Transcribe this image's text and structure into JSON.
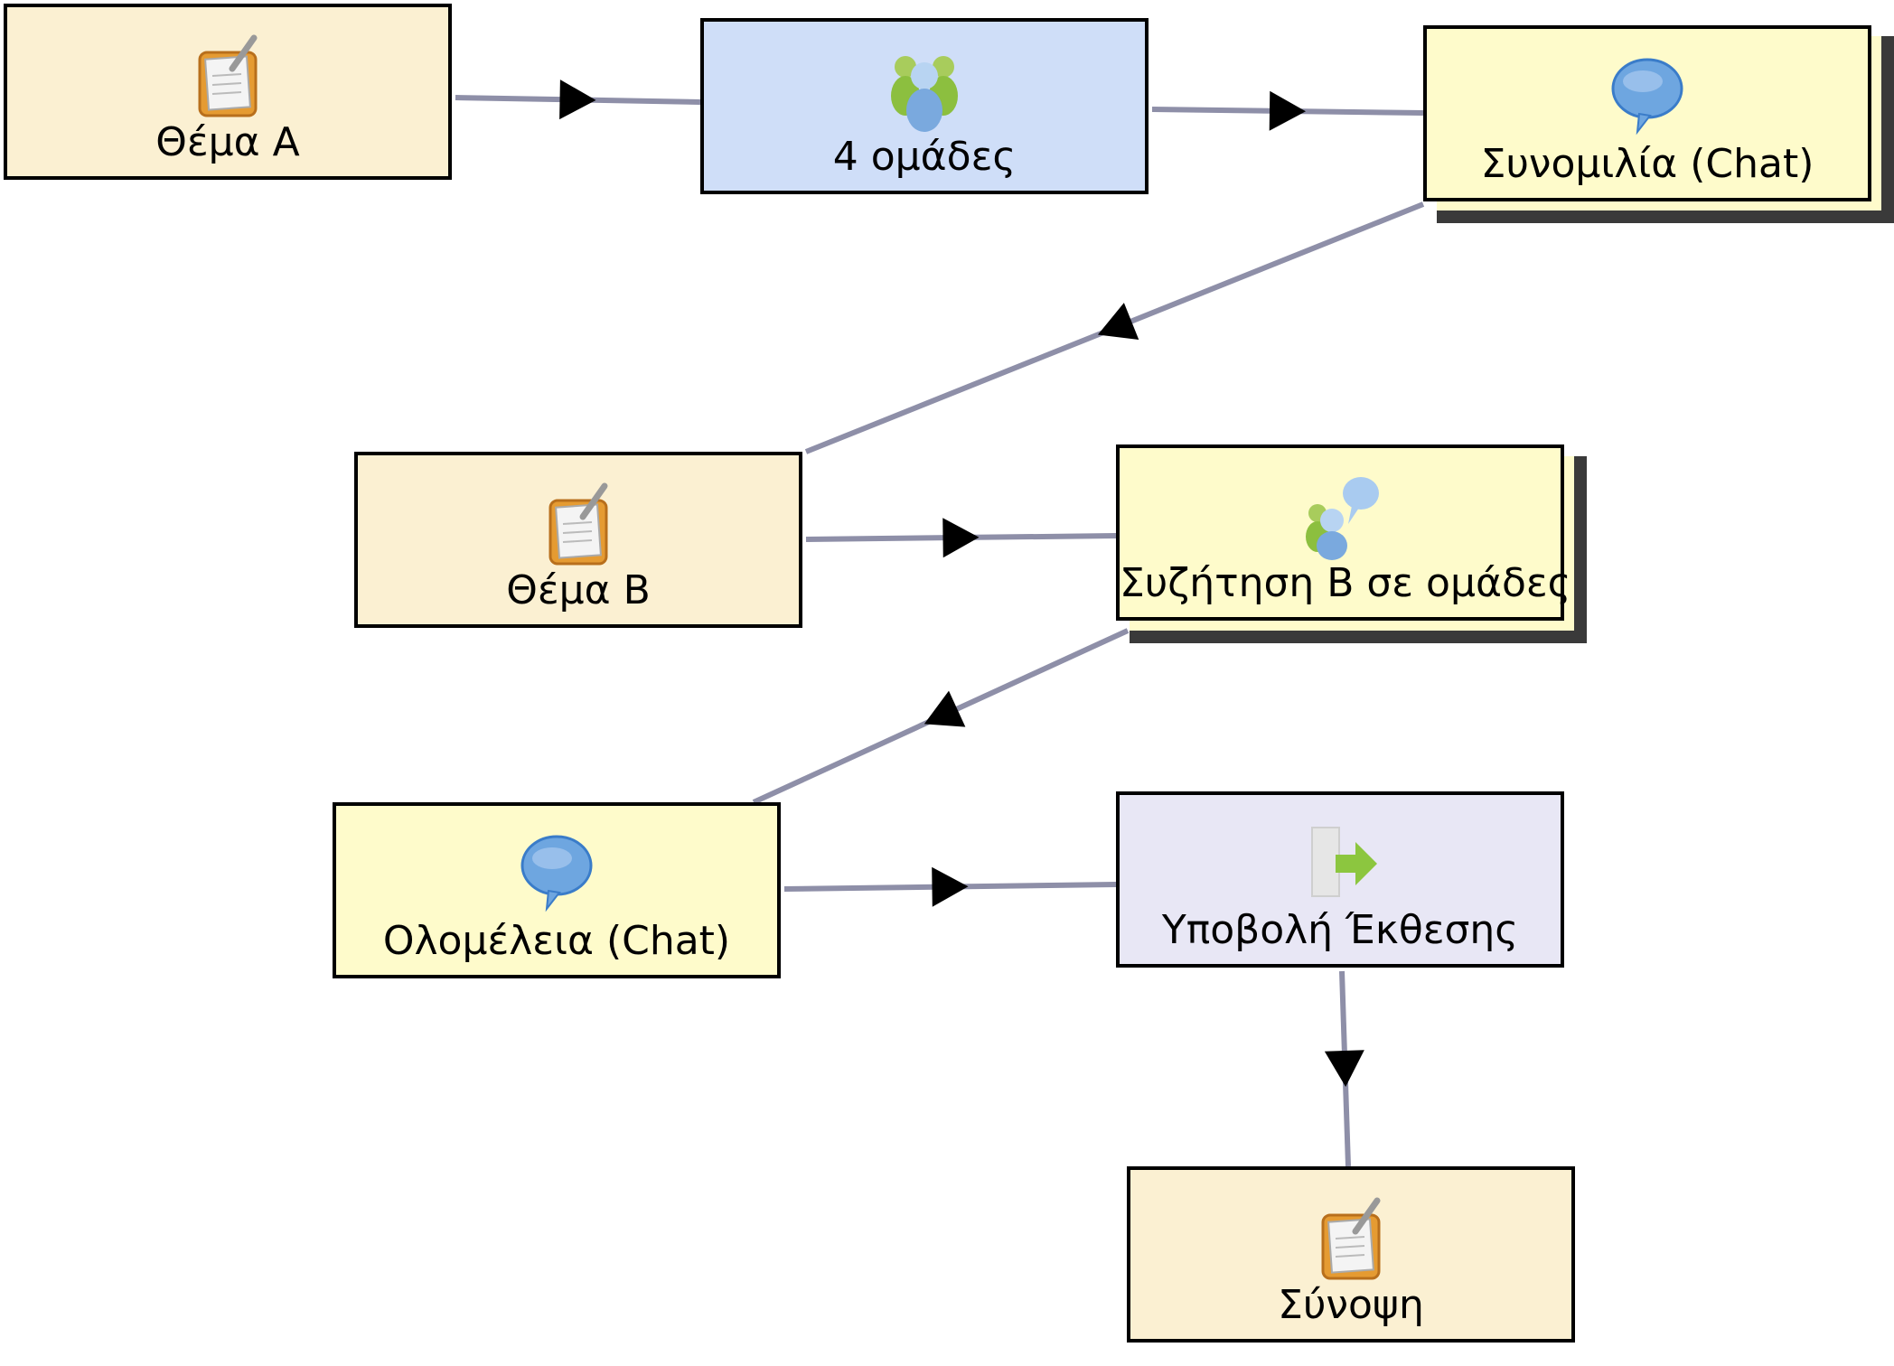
{
  "diagram": {
    "title": "",
    "colors": {
      "task": "#fbf0d2",
      "grouping": "#cfdef8",
      "chat": "#fefbcb",
      "submit": "#e8e7f5",
      "edge": "#8e8fa8",
      "arrow": "#000000",
      "border": "#000000"
    },
    "nodes": [
      {
        "id": "thema_a",
        "label": "Θέμα A",
        "type": "task",
        "icon": "notebook-pen-icon"
      },
      {
        "id": "omades",
        "label": "4 ομάδες",
        "type": "grouping",
        "icon": "group-people-icon"
      },
      {
        "id": "synomilia",
        "label": "Συνομιλία (Chat)",
        "type": "chat",
        "icon": "speech-bubble-icon",
        "stacked": true
      },
      {
        "id": "thema_b",
        "label": "Θέμα B",
        "type": "task",
        "icon": "notebook-pen-icon"
      },
      {
        "id": "syzitisi",
        "label": "Συζήτηση Β σε ομάδες",
        "type": "chat",
        "icon": "group-chat-icon",
        "stacked": true
      },
      {
        "id": "olomeleia",
        "label": "Ολομέλεια (Chat)",
        "type": "chat",
        "icon": "speech-bubble-icon"
      },
      {
        "id": "ypovoli",
        "label": "Υποβολή Έκθεσης",
        "type": "submit",
        "icon": "submit-arrow-icon"
      },
      {
        "id": "synopsi",
        "label": "Σύνοψη",
        "type": "task",
        "icon": "notebook-pen-icon"
      }
    ],
    "edges": [
      {
        "from": "thema_a",
        "to": "omades"
      },
      {
        "from": "omades",
        "to": "synomilia"
      },
      {
        "from": "synomilia",
        "to": "thema_b"
      },
      {
        "from": "thema_b",
        "to": "syzitisi"
      },
      {
        "from": "syzitisi",
        "to": "olomeleia"
      },
      {
        "from": "olomeleia",
        "to": "ypovoli"
      },
      {
        "from": "ypovoli",
        "to": "synopsi"
      }
    ]
  }
}
